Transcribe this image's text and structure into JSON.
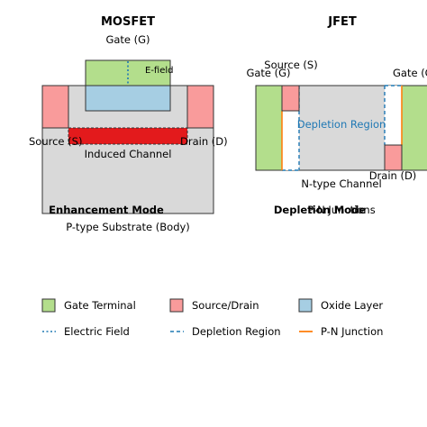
{
  "mosfet": {
    "title": "MOSFET",
    "gate_label": "Gate (G)",
    "efield_label": "E-field",
    "source_label": "Source (S)",
    "drain_label": "Drain (D)",
    "channel_label": "Induced Channel",
    "mode_label": "Enhancement Mode",
    "substrate_label": "P-type Substrate (Body)"
  },
  "jfet": {
    "title": "JFET",
    "source_label": "Source (S)",
    "gate_left_label": "Gate (G)",
    "gate_right_label": "Gate (G)",
    "depletion_label": "Depletion Region",
    "drain_label": "Drain (D)",
    "channel_label": "N-type Channel",
    "mode_label": "Depletion Mode",
    "pn_label": "P-N Junctions"
  },
  "legend": {
    "items": [
      {
        "label": "Gate Terminal",
        "kind": "box",
        "color": "#b3de8c"
      },
      {
        "label": "Source/Drain",
        "kind": "box",
        "color": "#f99b9b"
      },
      {
        "label": "Oxide Layer",
        "kind": "box",
        "color": "#a6cee3"
      },
      {
        "label": "Electric Field",
        "kind": "dotted",
        "color": "#1f78b4"
      },
      {
        "label": "Depletion Region",
        "kind": "dashed",
        "color": "#1f78b4"
      },
      {
        "label": "P-N Junction",
        "kind": "solid",
        "color": "#ff7f0e"
      }
    ]
  },
  "colors": {
    "gate": "#b3de8c",
    "source_drain": "#f99b9b",
    "oxide": "#a6cee3",
    "substrate": "#d9d9d9",
    "channel": "#e31a1c",
    "field": "#1f78b4",
    "junction": "#ff7f0e"
  }
}
